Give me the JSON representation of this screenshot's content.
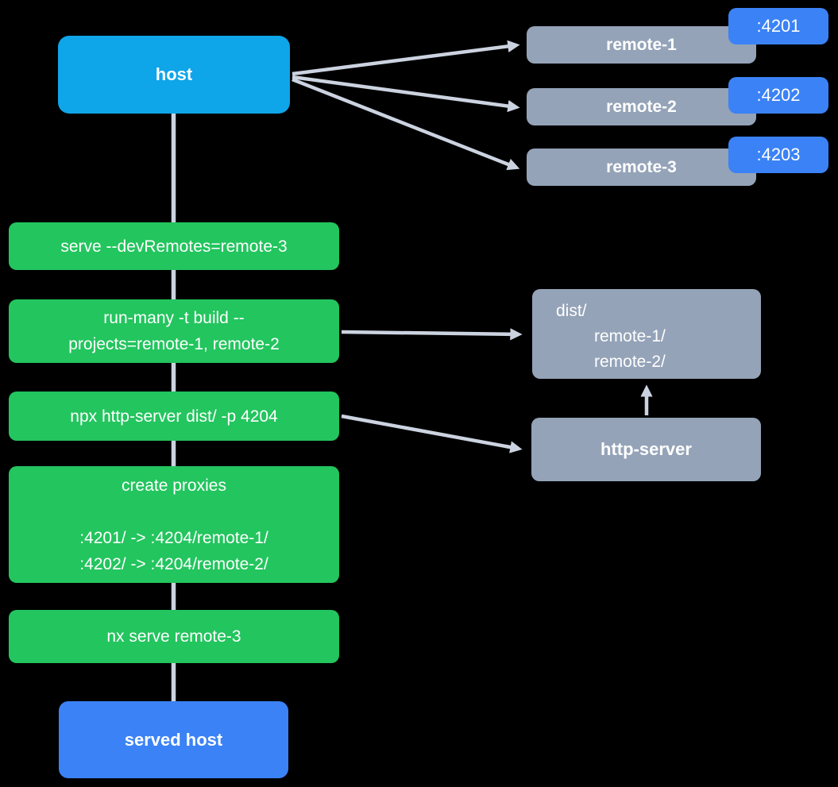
{
  "palette": {
    "background": "#000000",
    "host_blue": "#0ea5e9",
    "action_green": "#23c55e",
    "port_blue": "#3b82f6",
    "node_slate": "#94a3b8",
    "connector_gray": "#ccd3e0",
    "text_white": "#ffffff"
  },
  "host_box": {
    "label": "host"
  },
  "served_host_box": {
    "label": "served host"
  },
  "remotes": [
    {
      "label": "remote-1",
      "port": ":4201"
    },
    {
      "label": "remote-2",
      "port": ":4202"
    },
    {
      "label": "remote-3",
      "port": ":4203"
    }
  ],
  "steps": [
    {
      "label": "serve --devRemotes=remote-3"
    },
    {
      "label": "run-many -t build --\nprojects=remote-1, remote-2"
    },
    {
      "label": "npx http-server dist/ -p 4204"
    },
    {
      "label": "create proxies\n\n:4201/ -> :4204/remote-1/\n:4202/ -> :4204/remote-2/"
    },
    {
      "label": "nx serve remote-3"
    }
  ],
  "dist_box": {
    "root": "dist/",
    "children": [
      "remote-1/",
      "remote-2/"
    ]
  },
  "http_server_box": {
    "label": "http-server"
  },
  "edges": [
    {
      "from": "host",
      "to": "remote-1"
    },
    {
      "from": "host",
      "to": "remote-2"
    },
    {
      "from": "host",
      "to": "remote-3"
    },
    {
      "from": "host",
      "to": "served host",
      "via": "command steps"
    },
    {
      "from": "run-many -t build --projects=remote-1, remote-2",
      "to": "dist/"
    },
    {
      "from": "npx http-server dist/ -p 4204",
      "to": "http-server"
    },
    {
      "from": "http-server",
      "to": "dist/"
    }
  ]
}
